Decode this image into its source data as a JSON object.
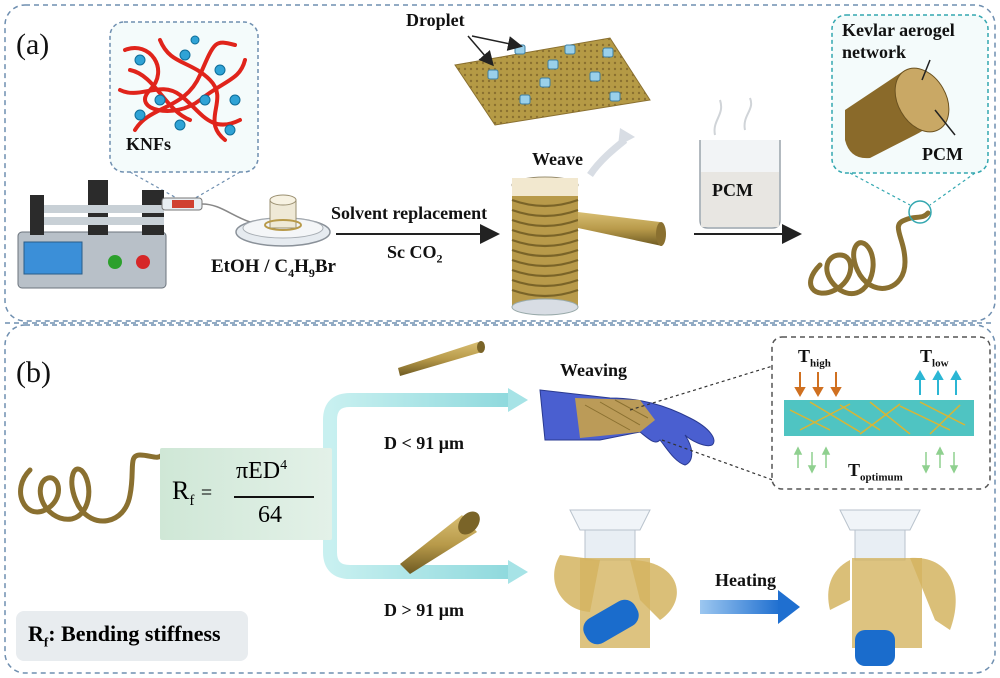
{
  "panels": {
    "a": "(a)",
    "b": "(b)"
  },
  "labels": {
    "knfs": "KNFs",
    "solvent_a": "EtOH / C",
    "solvent_sub1": "4",
    "solvent_b": "H",
    "solvent_sub2": "9",
    "solvent_c": "Br",
    "solvent_replacement": "Solvent replacement",
    "sc_co2": "Sc CO",
    "sc_co2_sub": "2",
    "droplet": "Droplet",
    "weave": "Weave",
    "pcm_beaker": "PCM",
    "kevlar": "Kevlar aerogel",
    "network": "network",
    "pcm_fiber": "PCM",
    "weaving": "Weaving",
    "t_high_base": "T",
    "t_high_sub": "high",
    "t_low_base": "T",
    "t_low_sub": "low",
    "t_opt_base": "T",
    "t_opt_sub": "optimum",
    "d_small": "D < 91 μm",
    "d_large": "D > 91 μm",
    "heating": "Heating"
  },
  "formula": {
    "lhs_base": "R",
    "lhs_sub": "f",
    "eq": "=",
    "numerator": "πED",
    "numerator_sup": "4",
    "denominator": "64"
  },
  "legend": {
    "base": "R",
    "sub": "f",
    "text": ": Bending stiffness"
  },
  "colors": {
    "fiber": "#b89a4a",
    "fiber_dark": "#7a6428",
    "border_dash": "#6f8fb0",
    "arrow_teal": "#a6e3e6",
    "glove": "#4a5fd0",
    "tube": "#1a6ccc"
  }
}
